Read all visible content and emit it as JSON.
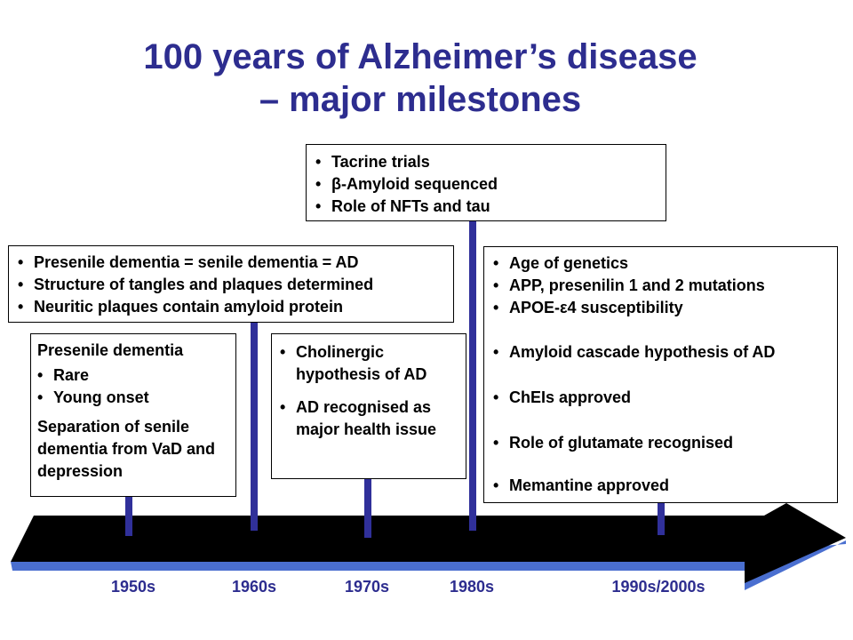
{
  "title": {
    "line1": "100 years of Alzheimer’s disease",
    "line2": "– major milestones"
  },
  "colors": {
    "title": "#2d2d8f",
    "stem": "#30309a",
    "arrow_body": "#000000",
    "arrow_shadow": "#4a6fd0"
  },
  "decades": [
    "1950s",
    "1960s",
    "1970s",
    "1980s",
    "1990s/2000s"
  ],
  "boxes": {
    "b1950": {
      "heading": "Presenile dementia",
      "items": [
        "Rare",
        "Young onset"
      ],
      "note": "Separation of senile dementia from VaD and depression"
    },
    "b1960": {
      "items": [
        "Presenile dementia = senile dementia = AD",
        "Structure of tangles and plaques determined",
        "Neuritic plaques contain amyloid protein"
      ]
    },
    "b1970": {
      "items": [
        "Cholinergic hypothesis of AD",
        "AD recognised as major health issue"
      ]
    },
    "b1980": {
      "items": [
        "Tacrine trials",
        "β-Amyloid sequenced",
        "Role of NFTs and tau"
      ]
    },
    "b1990": {
      "items": [
        "Age of genetics",
        "APP, presenilin 1 and 2 mutations",
        "APOE-ε4 susceptibility",
        "Amyloid cascade hypothesis of AD",
        "ChEIs approved",
        "Role of glutamate recognised",
        "Memantine approved"
      ]
    }
  }
}
